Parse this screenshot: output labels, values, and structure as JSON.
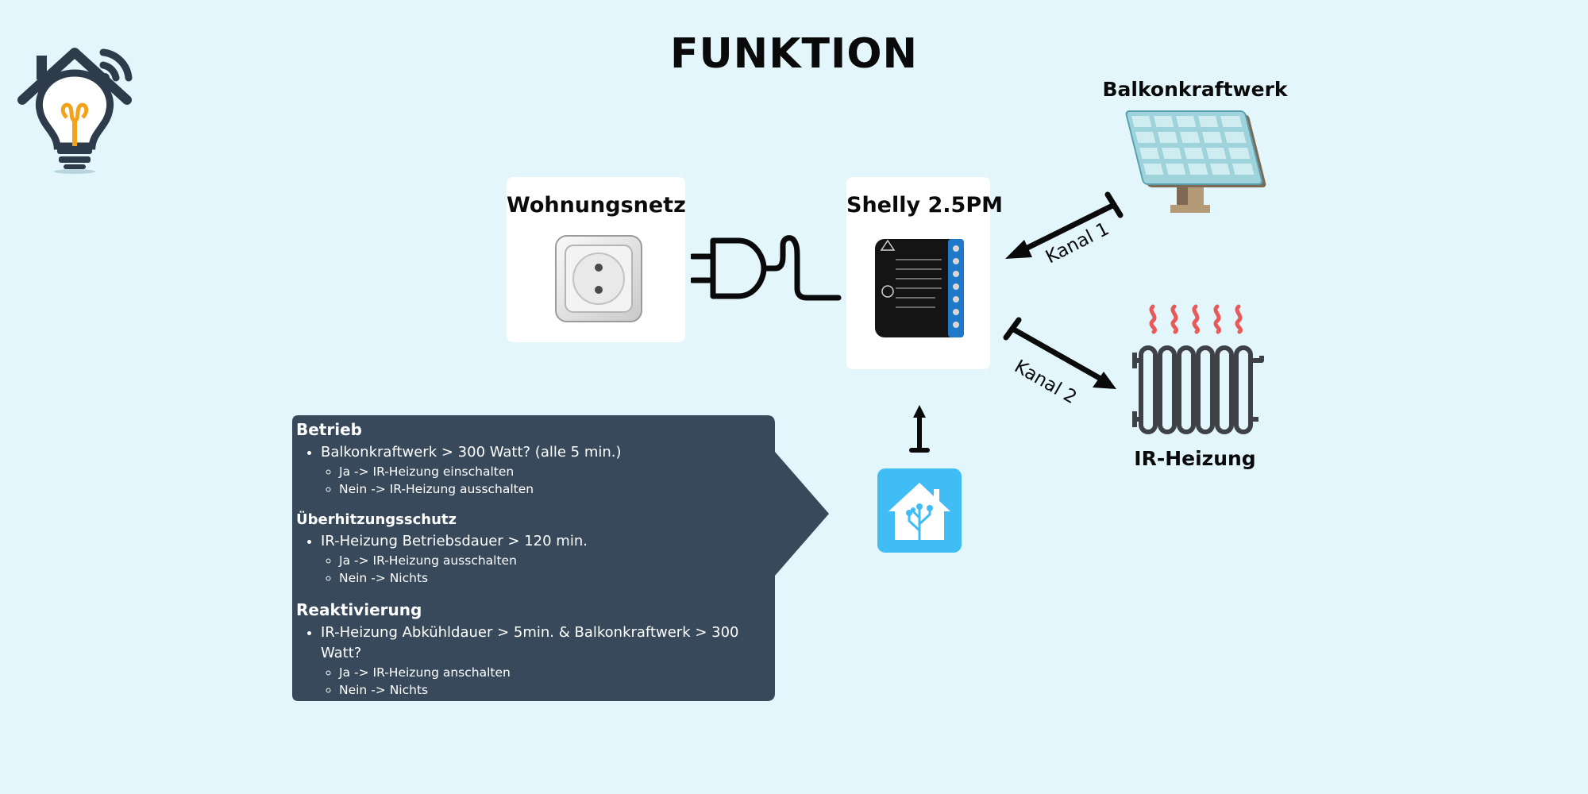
{
  "title": "FUNKTION",
  "logo": {
    "icon": "smart-home-bulb-icon",
    "accent": "#f2a31b",
    "dark": "#2e3b4a"
  },
  "nodes": {
    "wohnungsnetz": {
      "label": "Wohnungsnetz",
      "icon": "power-socket-icon"
    },
    "shelly": {
      "label": "Shelly 2.5PM",
      "icon": "shelly-module-icon"
    },
    "balkonkraftwerk": {
      "label": "Balkonkraftwerk",
      "icon": "solar-panel-icon"
    },
    "heizung": {
      "label": "IR-Heizung",
      "icon": "radiator-icon"
    },
    "home_assistant": {
      "icon": "home-assistant-icon",
      "color": "#41bdf5"
    }
  },
  "connections": {
    "kanal1": "Kanal 1",
    "kanal2": "Kanal 2"
  },
  "info": {
    "betrieb": {
      "title": "Betrieb",
      "item": "Balkonkraftwerk > 300 Watt? (alle 5 min.)",
      "sub": [
        "Ja -> IR-Heizung einschalten",
        "Nein -> IR-Heizung ausschalten"
      ]
    },
    "ueberhitzung": {
      "title": "Überhitzungsschutz",
      "item": "IR-Heizung Betriebsdauer > 120 min.",
      "sub": [
        "Ja -> IR-Heizung ausschalten",
        "Nein -> Nichts"
      ]
    },
    "reaktivierung": {
      "title": "Reaktivierung",
      "item": "IR-Heizung Abkühldauer > 5min. & Balkonkraftwerk > 300 Watt?",
      "sub": [
        "Ja -> IR-Heizung anschalten",
        "Nein -> Nichts"
      ]
    }
  },
  "colors": {
    "background": "#e2f6fc",
    "panel": "#37495a",
    "heat": "#e85a5a"
  }
}
